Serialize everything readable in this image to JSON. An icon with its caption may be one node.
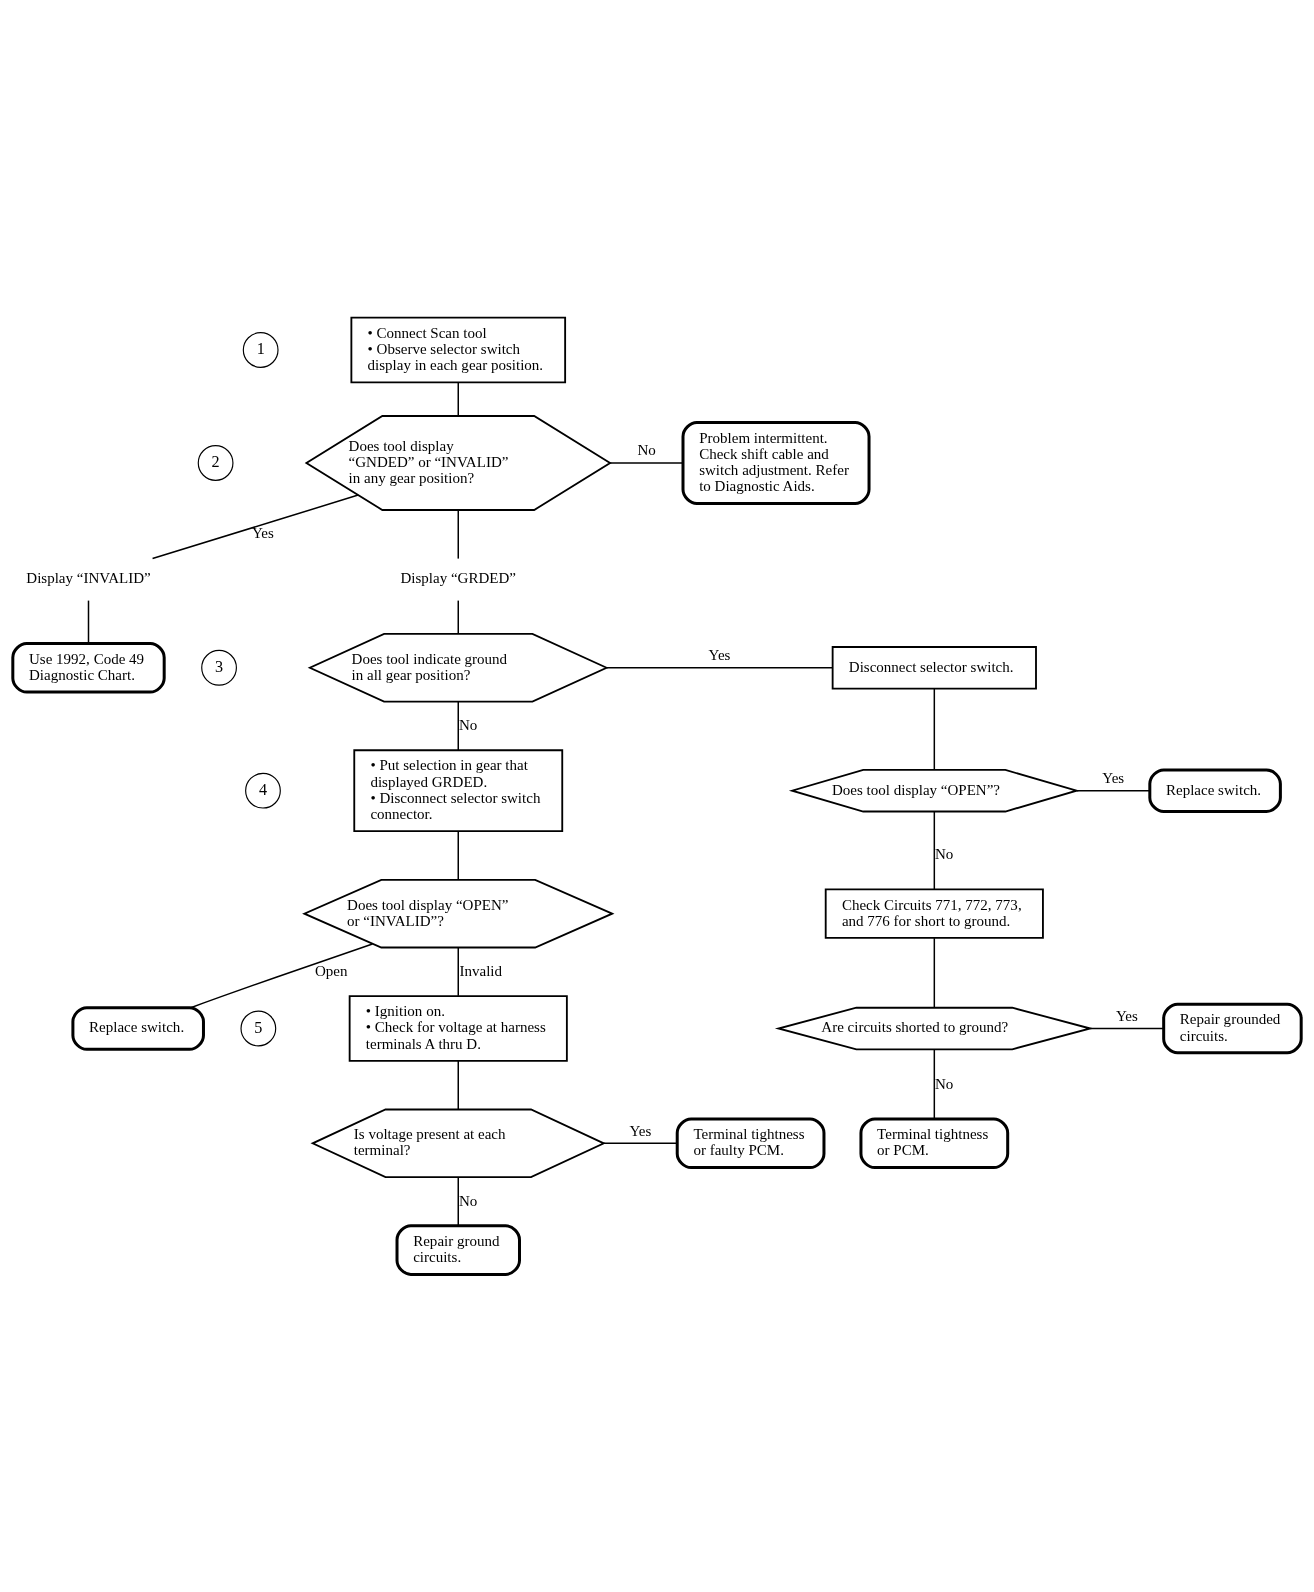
{
  "diagram": {
    "nodes": [
      {
        "text": [
          "1"
        ]
      },
      {
        "text": [
          "• Connect Scan tool",
          "• Observe selector switch display in each gear position."
        ]
      },
      {
        "text": [
          "2"
        ]
      },
      {
        "text": [
          "Does tool display “GNDED” or “INVALID” in any gear position?"
        ]
      },
      {
        "text": [
          "Problem intermittent. Check shift cable and switch adjustment. Refer to Diagnostic Aids."
        ]
      },
      {
        "text": [
          "Display “INVALID”"
        ]
      },
      {
        "text": [
          "Display “GRDED”"
        ]
      },
      {
        "text": [
          "Use 1992, Code 49 Diagnostic Chart."
        ]
      },
      {
        "text": [
          "3"
        ]
      },
      {
        "text": [
          "Does tool indicate ground in all gear position?"
        ]
      },
      {
        "text": [
          "Disconnect selector switch."
        ]
      },
      {
        "text": [
          "4"
        ]
      },
      {
        "text": [
          "• Put selection in gear that displayed GRDED.",
          "• Disconnect selector switch connector."
        ]
      },
      {
        "text": [
          "Does tool display “OPEN”?"
        ]
      },
      {
        "text": [
          "Replace switch."
        ]
      },
      {
        "text": [
          "Check Circuits 771, 772, 773, and 776 for short to ground."
        ]
      },
      {
        "text": [
          "Does tool display “OPEN” or “INVALID”?"
        ]
      },
      {
        "text": [
          "Replace switch."
        ]
      },
      {
        "text": [
          "Are circuits shorted to ground?"
        ]
      },
      {
        "text": [
          "Repair grounded circuits."
        ]
      },
      {
        "text": [
          "Terminal tightness or PCM."
        ]
      },
      {
        "text": [
          "5"
        ]
      },
      {
        "text": [
          "• Ignition on.",
          "• Check for voltage at harness terminals A thru D."
        ]
      },
      {
        "text": [
          "Is voltage present at each terminal?"
        ]
      },
      {
        "text": [
          "Terminal tightness or faulty PCM."
        ]
      },
      {
        "text": [
          "Repair ground circuits."
        ]
      }
    ],
    "edges": [
      {
        "from": 1,
        "to": 3,
        "arrow": "none"
      },
      {
        "from": 3,
        "to": 4,
        "arrow": "none",
        "label": "No"
      },
      {
        "from": 3,
        "to": 5,
        "arrow": "none",
        "label": "Yes"
      },
      {
        "from": 3,
        "to": 6,
        "arrow": "none"
      },
      {
        "from": 5,
        "to": 7,
        "arrow": "none"
      },
      {
        "from": 6,
        "to": 9,
        "arrow": "none"
      },
      {
        "from": 9,
        "to": 10,
        "arrow": "none",
        "label": "Yes"
      },
      {
        "from": 9,
        "to": 12,
        "arrow": "none",
        "label": "No"
      },
      {
        "from": 10,
        "to": 13,
        "arrow": "none"
      },
      {
        "from": 13,
        "to": 14,
        "arrow": "none",
        "label": "Yes"
      },
      {
        "from": 13,
        "to": 15,
        "arrow": "none",
        "label": "No"
      },
      {
        "from": 12,
        "to": 16,
        "arrow": "none"
      },
      {
        "from": 16,
        "to": 17,
        "arrow": "none",
        "label": "Open"
      },
      {
        "from": 16,
        "to": 22,
        "arrow": "none",
        "label": "Invalid"
      },
      {
        "from": 15,
        "to": 18,
        "arrow": "none"
      },
      {
        "from": 18,
        "to": 19,
        "arrow": "none",
        "label": "Yes"
      },
      {
        "from": 18,
        "to": 20,
        "arrow": "none",
        "label": "No"
      },
      {
        "from": 22,
        "to": 23,
        "arrow": "none"
      },
      {
        "from": 23,
        "to": 24,
        "arrow": "none",
        "label": "Yes"
      },
      {
        "from": 23,
        "to": 25,
        "arrow": "none",
        "label": "No"
      }
    ]
  }
}
